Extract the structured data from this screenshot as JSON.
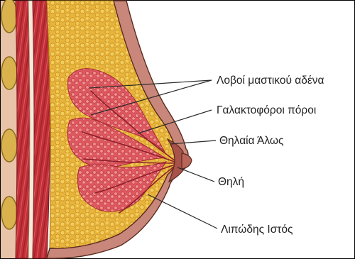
{
  "labels": {
    "lobes": "Λοβοί μαστικού αδένα",
    "ducts": "Γαλακτοφόροι πόροι",
    "areola": "Θηλαία Άλως",
    "nipple": "Θηλή",
    "fat": "Λιπώδης Ιστός"
  },
  "colors": {
    "fat": "#e9b63c",
    "muscle": "#c8303a",
    "gland": "#e25b60",
    "skin": "#c9877a",
    "outline": "#5a2a1e",
    "leader": "#2a2a2a"
  }
}
